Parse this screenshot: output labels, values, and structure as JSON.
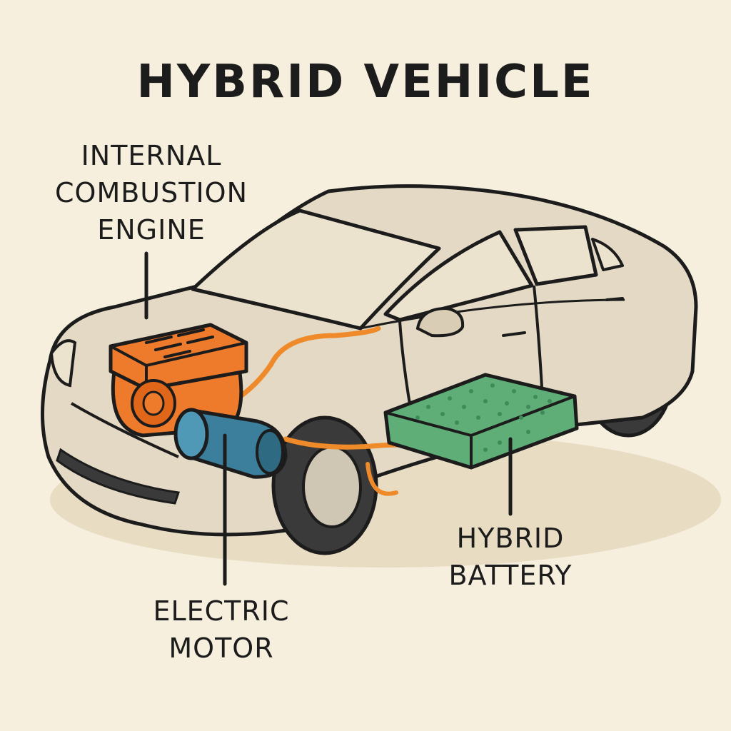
{
  "title": "HYBRID VEHICLE",
  "labels": {
    "engine": [
      "INTERNAL",
      "COMBUSTION",
      "ENGINE"
    ],
    "motor": [
      "ELECTRIC",
      "MOTOR"
    ],
    "battery": [
      "HYBRID",
      "BATTERY"
    ]
  },
  "colors": {
    "background": "#f6efdd",
    "car_body": "#e4d9c4",
    "engine": "#ee7a2c",
    "motor": "#3b7f9c",
    "battery": "#5fae78",
    "cable": "#ee8a2a",
    "tire": "#3a3a3a",
    "outline": "#1c1c1c"
  }
}
